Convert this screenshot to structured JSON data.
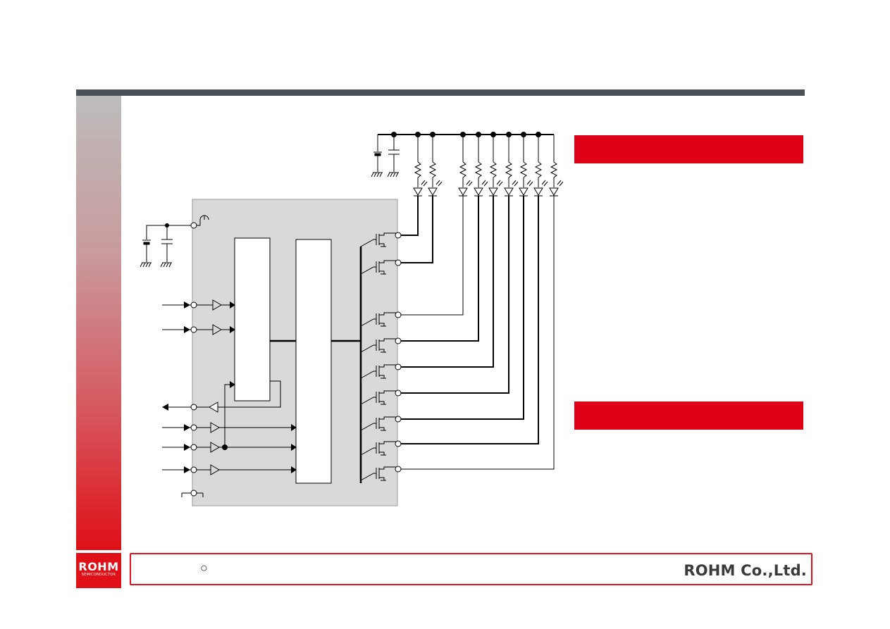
{
  "header": {
    "title": ""
  },
  "sidebar": {},
  "panels": [
    {
      "heading": ""
    },
    {
      "heading": ""
    }
  ],
  "diagram": {
    "led_channels": 9,
    "inputs": 5,
    "outputs": 1
  },
  "footer": {
    "logo_text": "ROHM",
    "logo_subtext": "SEMICONDUCTOR",
    "copyright_mark": "○",
    "company": "ROHM Co.,Ltd."
  },
  "colors": {
    "topbar": "#4a5157",
    "accent_red": "#dd0016",
    "chip_fill": "#d9d9d9"
  }
}
